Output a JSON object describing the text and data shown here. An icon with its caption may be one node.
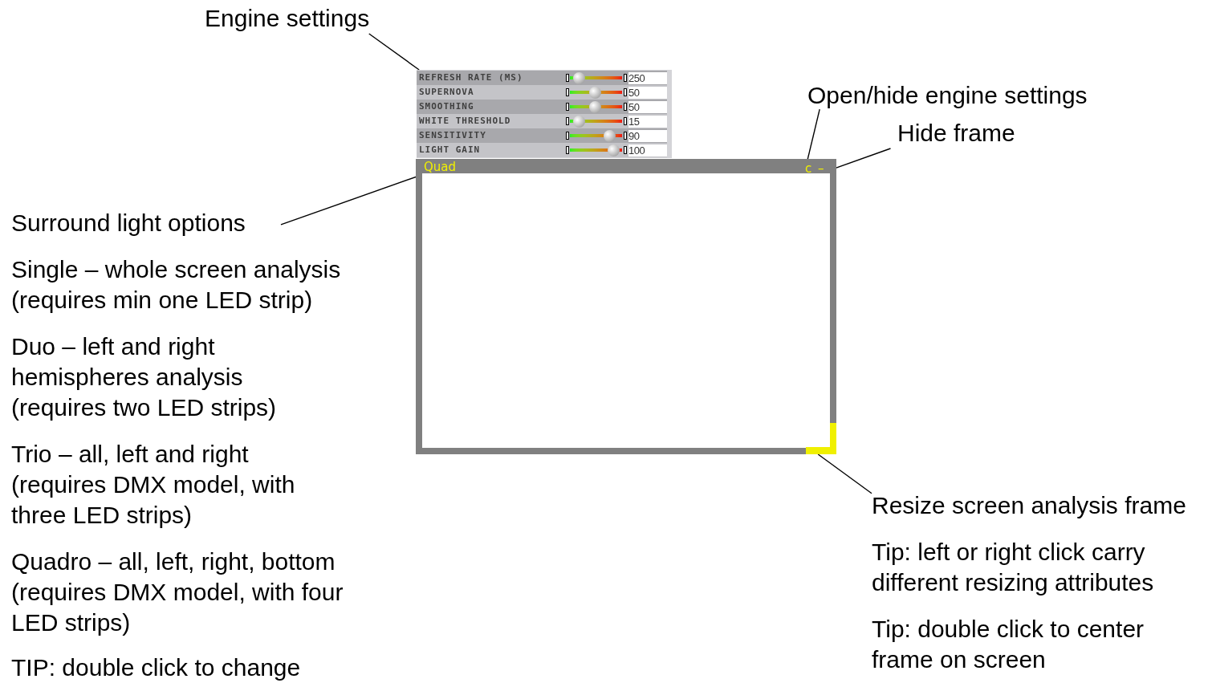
{
  "diagram": {
    "nodes": [
      {
        "text": [
          "Engine settings"
        ]
      },
      {
        "text": [
          "REFRESH RATE (MS)",
          "250",
          "SUPERNOVA",
          "50",
          "SMOOTHING",
          "50",
          "WHITE THRESHOLD",
          "15",
          "SENSITIVITY",
          "90",
          "LIGHT GAIN",
          "100"
        ]
      },
      {
        "text": [],
        "shape": "box"
      },
      {
        "text": [
          "Quad"
        ],
        "in": 2
      },
      {
        "text": [
          "c"
        ],
        "in": 2
      },
      {
        "text": [
          "–"
        ],
        "in": 2
      },
      {
        "text": [],
        "shape": "bar",
        "in": 2
      },
      {
        "text": [
          "Open/hide engine settings"
        ]
      },
      {
        "text": [
          "Hide frame"
        ]
      },
      {
        "text": [
          "Surround light options"
        ]
      },
      {
        "text": [
          "Resize screen analysis frame"
        ]
      }
    ],
    "edges": [
      {
        "from": 0,
        "to": 1,
        "arrow": "none"
      },
      {
        "from": 7,
        "to": 4,
        "arrow": "none"
      },
      {
        "from": 8,
        "to": 5,
        "arrow": "none"
      },
      {
        "from": 9,
        "to": 3,
        "arrow": "none"
      },
      {
        "from": 10,
        "to": 6,
        "arrow": "none"
      }
    ],
    "labels": [
      "Single – whole screen analysis (requires min one LED strip)",
      "Duo – left and right hemispheres analysis (requires two LED strips)",
      "Trio – all, left and right (requires DMX model, with three LED strips)",
      "Quadro – all, left, right, bottom (requires DMX model, with four LED strips)",
      "TIP: double click to change",
      "Tip: left or right click carry different resizing attributes",
      "Tip: double click to center frame on screen"
    ]
  }
}
